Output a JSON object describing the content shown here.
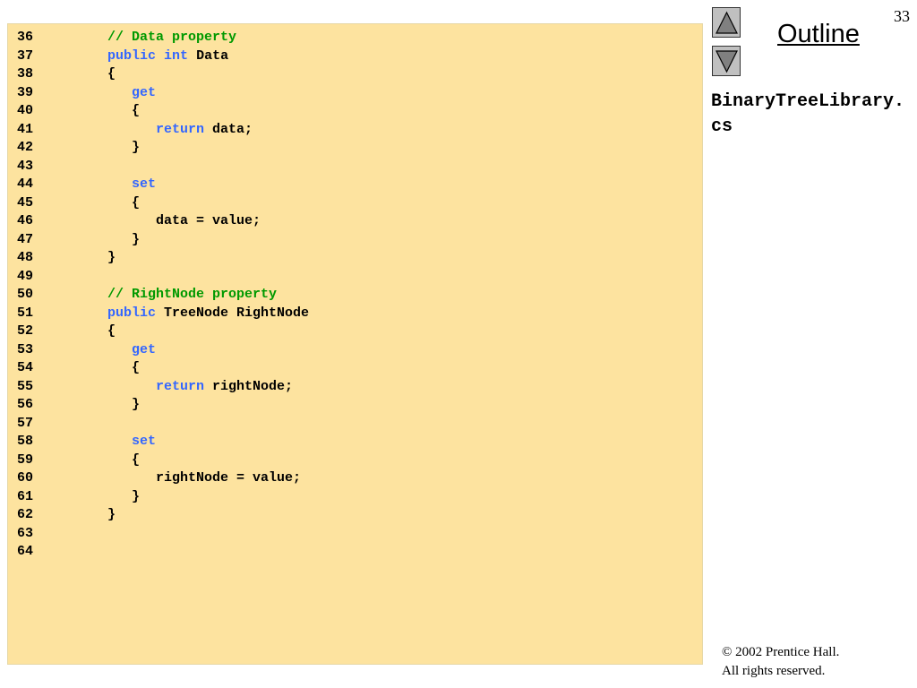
{
  "slide": {
    "page_number": "33",
    "outline_label": "Outline",
    "file_name": "BinaryTreeLibrary.cs",
    "copyright_line1": "© 2002 Prentice Hall.",
    "copyright_line2": "All rights reserved."
  },
  "nav": {
    "prev_icon": "up-triangle-icon",
    "next_icon": "down-triangle-icon"
  },
  "colors": {
    "code_background": "#fde39f",
    "keyword": "#3366ff",
    "comment": "#009900",
    "text": "#000000"
  },
  "code_lines": [
    {
      "num": "36",
      "tokens": [
        {
          "t": "        "
        },
        {
          "t": "// Data property",
          "c": "cm"
        }
      ]
    },
    {
      "num": "37",
      "tokens": [
        {
          "t": "        "
        },
        {
          "t": "public",
          "c": "kw"
        },
        {
          "t": " "
        },
        {
          "t": "int",
          "c": "kw"
        },
        {
          "t": " Data"
        }
      ]
    },
    {
      "num": "38",
      "tokens": [
        {
          "t": "        {"
        }
      ]
    },
    {
      "num": "39",
      "tokens": [
        {
          "t": "           "
        },
        {
          "t": "get",
          "c": "kw"
        }
      ]
    },
    {
      "num": "40",
      "tokens": [
        {
          "t": "           {"
        }
      ]
    },
    {
      "num": "41",
      "tokens": [
        {
          "t": "              "
        },
        {
          "t": "return",
          "c": "kw"
        },
        {
          "t": " data;"
        }
      ]
    },
    {
      "num": "42",
      "tokens": [
        {
          "t": "           }"
        }
      ]
    },
    {
      "num": "43",
      "tokens": []
    },
    {
      "num": "44",
      "tokens": [
        {
          "t": "           "
        },
        {
          "t": "set",
          "c": "kw"
        }
      ]
    },
    {
      "num": "45",
      "tokens": [
        {
          "t": "           {"
        }
      ]
    },
    {
      "num": "46",
      "tokens": [
        {
          "t": "              data = value;"
        }
      ]
    },
    {
      "num": "47",
      "tokens": [
        {
          "t": "           }"
        }
      ]
    },
    {
      "num": "48",
      "tokens": [
        {
          "t": "        }"
        }
      ]
    },
    {
      "num": "49",
      "tokens": []
    },
    {
      "num": "50",
      "tokens": [
        {
          "t": "        "
        },
        {
          "t": "// RightNode property",
          "c": "cm"
        }
      ]
    },
    {
      "num": "51",
      "tokens": [
        {
          "t": "        "
        },
        {
          "t": "public",
          "c": "kw"
        },
        {
          "t": " TreeNode RightNode"
        }
      ]
    },
    {
      "num": "52",
      "tokens": [
        {
          "t": "        {"
        }
      ]
    },
    {
      "num": "53",
      "tokens": [
        {
          "t": "           "
        },
        {
          "t": "get",
          "c": "kw"
        }
      ]
    },
    {
      "num": "54",
      "tokens": [
        {
          "t": "           {"
        }
      ]
    },
    {
      "num": "55",
      "tokens": [
        {
          "t": "              "
        },
        {
          "t": "return",
          "c": "kw"
        },
        {
          "t": " rightNode;"
        }
      ]
    },
    {
      "num": "56",
      "tokens": [
        {
          "t": "           }"
        }
      ]
    },
    {
      "num": "57",
      "tokens": []
    },
    {
      "num": "58",
      "tokens": [
        {
          "t": "           "
        },
        {
          "t": "set",
          "c": "kw"
        }
      ]
    },
    {
      "num": "59",
      "tokens": [
        {
          "t": "           {"
        }
      ]
    },
    {
      "num": "60",
      "tokens": [
        {
          "t": "              rightNode = value;"
        }
      ]
    },
    {
      "num": "61",
      "tokens": [
        {
          "t": "           }"
        }
      ]
    },
    {
      "num": "62",
      "tokens": [
        {
          "t": "        }"
        }
      ]
    },
    {
      "num": "63",
      "tokens": []
    },
    {
      "num": "64",
      "tokens": []
    }
  ]
}
